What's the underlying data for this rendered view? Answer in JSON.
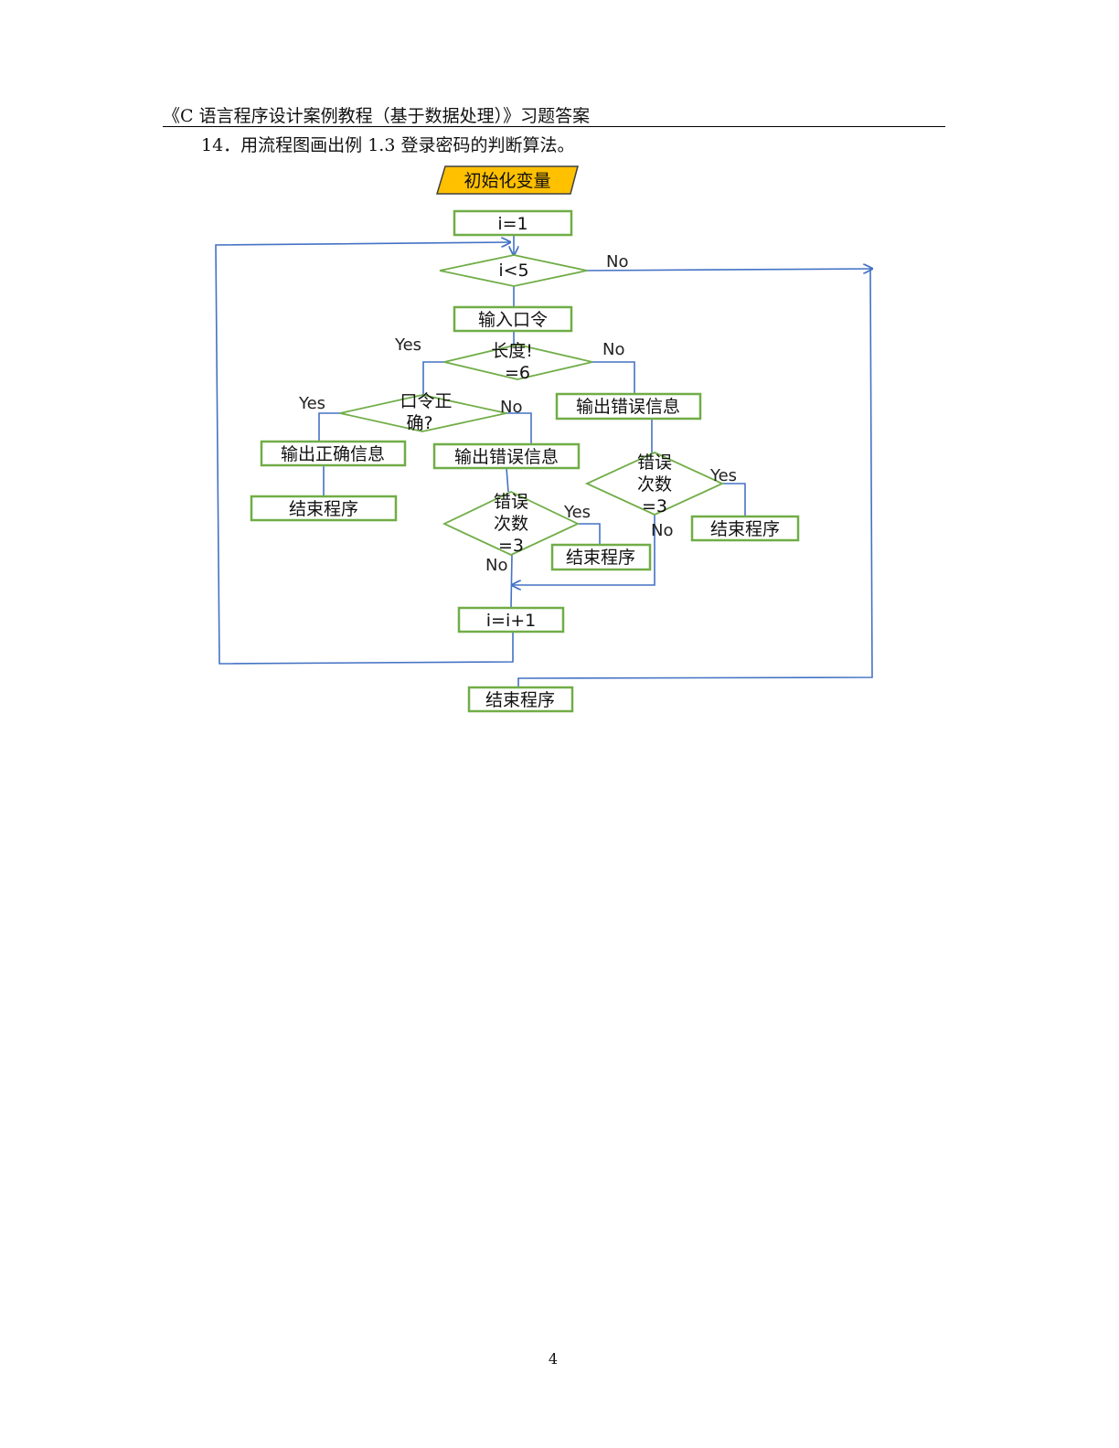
{
  "header": {
    "title": "《C 语言程序设计案例教程（基于数据处理）》习题答案"
  },
  "question": {
    "text": "14．用流程图画出例 1.3 登录密码的判断算法。"
  },
  "flowchart": {
    "nodes": {
      "init": "初始化变量",
      "assign": "i=1",
      "loop_cond": "i<5",
      "input_pwd": "输入口令",
      "len_check": [
        "长度!",
        "=6"
      ],
      "pwd_correct": [
        "口令正",
        "确?"
      ],
      "out_correct": "输出正确信息",
      "end_success": "结束程序",
      "out_error_left": "输出错误信息",
      "out_error_right": "输出错误信息",
      "err_count_left": [
        "错误",
        "次数",
        "=3"
      ],
      "err_count_right": [
        "错误",
        "次数",
        "=3"
      ],
      "end_err_left": "结束程序",
      "end_err_right": "结束程序",
      "increment": "i=i+1",
      "end_final": "结束程序"
    },
    "labels": {
      "loop_no": "No",
      "len_yes": "Yes",
      "len_no": "No",
      "pwd_yes": "Yes",
      "pwd_no": "No",
      "err_left_yes": "Yes",
      "err_left_no": "No",
      "err_right_yes": "Yes",
      "err_right_no": "No"
    },
    "colors": {
      "box_border": "#70ad47",
      "start_fill": "#ffc000",
      "connector": "#4472c4"
    }
  },
  "footer": {
    "page_number": "4"
  }
}
